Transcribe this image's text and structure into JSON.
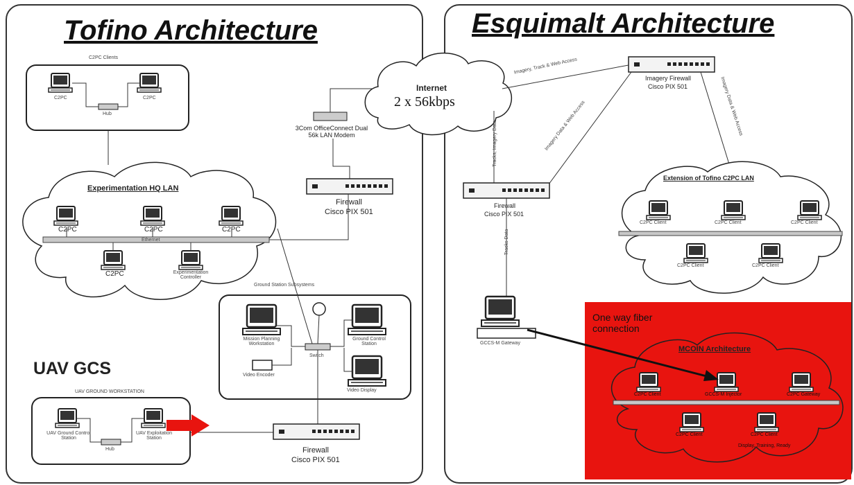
{
  "tofino": {
    "title": "Tofino Architecture",
    "top_box_caption": "C2PC Clients",
    "top_pc_left": "C2PC",
    "top_pc_right": "C2PC",
    "top_hub": "Hub",
    "lan_title": "Experimentation HQ LAN",
    "lan_pcs": [
      "C2PC",
      "C2PC",
      "C2PC",
      "C2PC"
    ],
    "lan_server": "Experimentation Controller",
    "ethernet": "Ethernet",
    "modem": "3Com OfficeConnect Dual 56k LAN Modem",
    "firewall_top_title": "Firewall",
    "firewall_top_model": "Cisco PIX 501",
    "firewall_bottom_title": "Firewall",
    "firewall_bottom_model": "Cisco PIX 501",
    "right_box_caption": "Ground Station Subsystems",
    "right_box_items": [
      "Mission Planning Workstation",
      "Ground Control Station",
      "Video Display",
      "Video Encoder",
      "Switch"
    ],
    "uav_heading": "UAV GCS",
    "uav_box_caption": "UAV GROUND WORKSTATION",
    "uav_left_pc": "UAV Ground Control Station",
    "uav_right_pc": "UAV Exploitation Station",
    "uav_hub": "Hub"
  },
  "internet": {
    "title": "Internet",
    "speed": "2 x 56kbps"
  },
  "esquimalt": {
    "title": "Esquimalt Architecture",
    "imagery_firewall_title": "Imagery Firewall",
    "imagery_firewall_model": "Cisco PIX 501",
    "link_imagery_track": "Imagery, Track & Web Access",
    "link_imagery_data": "Imagery Data & Web Access",
    "link_imagery_data_right": "Imagery Data & Web Access",
    "link_tracks": "Tracks, Imagery Data",
    "link_tracks_data": "Tracks Data",
    "firewall_title": "Firewall",
    "firewall_model": "Cisco PIX 501",
    "ext_lan_title": "Extension of Tofino C2PC LAN",
    "ext_pcs": [
      "C2PC Client",
      "C2PC Client",
      "C2PC Client",
      "C2PC Client",
      "C2PC Client"
    ],
    "gccs_label": "GCCS-M Gateway",
    "fiber_note": "One way fiber connection",
    "mcoin_title": "MCOIN Architecture",
    "mcoin_pcs": [
      "C2PC Client",
      "GCCS-M Injector",
      "C2PC Gateway",
      "C2PC Client",
      "C2PC Client"
    ],
    "mcoin_display": "Display, Training, Ready"
  },
  "colors": {
    "red_panel": "#e8140f",
    "arrow_red": "#e8140f",
    "line": "#333333",
    "ethernet_bar": "#c8c8c8"
  }
}
